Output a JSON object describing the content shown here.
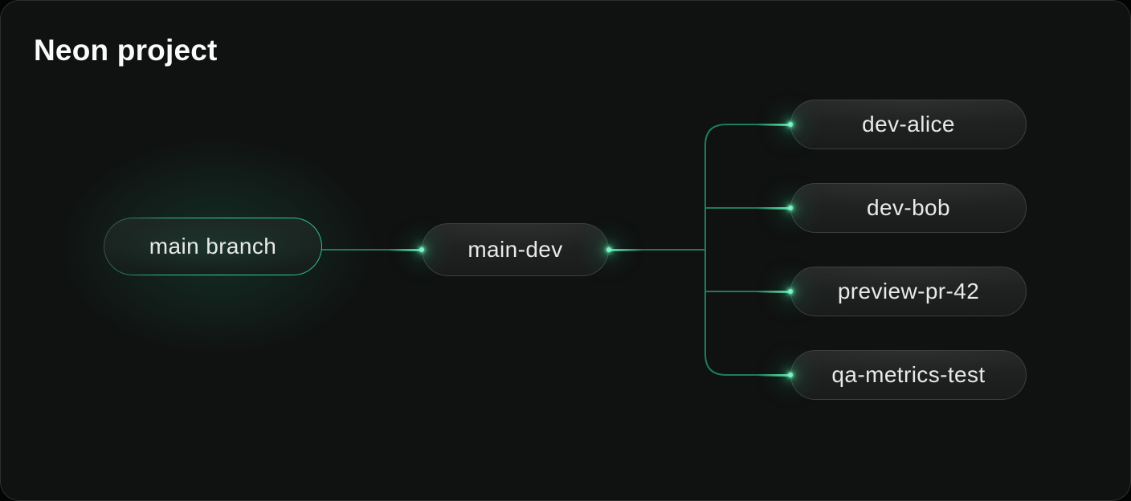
{
  "window": {
    "title": "Neon project"
  },
  "tree": {
    "root": {
      "label": "main branch"
    },
    "child": {
      "label": "main-dev"
    },
    "leaves": [
      {
        "label": "dev-alice"
      },
      {
        "label": "dev-bob"
      },
      {
        "label": "preview-pr-42"
      },
      {
        "label": "qa-metrics-test"
      }
    ]
  },
  "colors": {
    "accent_teal": "#2dd7a0",
    "connector_green": "#1c7e58",
    "glow_teal": "#68f0b9",
    "panel_background": "#101111",
    "panel_border": "#2d302e",
    "node_background": "#1e201f",
    "node_border": "#3c403e",
    "title_text": "#fafafa",
    "node_text": "#e8e9e8"
  }
}
